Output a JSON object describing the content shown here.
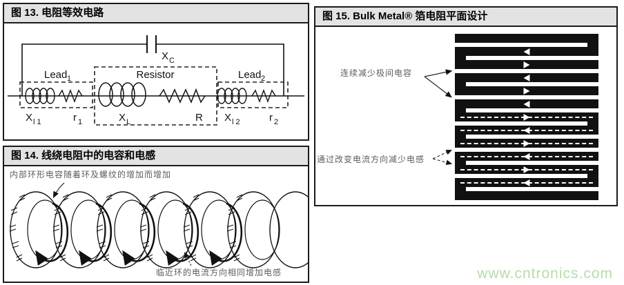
{
  "watermark": {
    "text": "www.cntronics.com",
    "color": "#b5dda8"
  },
  "colors": {
    "panel_border": "#1a1a1a",
    "title_bar_bg": "#e3e3e3",
    "foil_black": "#111111",
    "annotation_gray": "#5c5c5c"
  },
  "fig13": {
    "title": "图 13. 电阻等效电路",
    "labels": {
      "xc": {
        "main": "X",
        "sub": "C"
      },
      "lead1": {
        "main": "Lead",
        "sub": "1"
      },
      "resistor": "Resistor",
      "lead2": {
        "main": "Lead",
        "sub": "2"
      },
      "xl1": {
        "main": "X",
        "sub": "l 1"
      },
      "r1": {
        "main": "r",
        "sub": "1"
      },
      "xl": {
        "main": "X",
        "sub": "L"
      },
      "r": "R",
      "xl2": {
        "main": "X",
        "sub": "l 2"
      },
      "r2": {
        "main": "r",
        "sub": "2"
      }
    }
  },
  "fig14": {
    "title": "图 14. 线绕电阻中的电容和电感",
    "annotation_top": "内部环形电容随着环及螺纹的增加而增加",
    "annotation_bottom": "临近环的电流方向相同增加电感"
  },
  "fig15": {
    "title": "图 15. Bulk Metal® 箔电阻平面设计",
    "annotation_capacitance": "连续减少极间电容",
    "annotation_inductance": "通过改变电流方向减少电感",
    "pattern": {
      "bars": [
        {
          "arrow": null,
          "style": null
        },
        {
          "arrow": "left",
          "style": "solid"
        },
        {
          "arrow": "right",
          "style": "solid"
        },
        {
          "arrow": "left",
          "style": "solid"
        },
        {
          "arrow": "right",
          "style": "solid"
        },
        {
          "arrow": "left",
          "style": "solid"
        },
        {
          "arrow": "right",
          "style": "dashed"
        },
        {
          "arrow": "left",
          "style": "dashed"
        },
        {
          "arrow": "right",
          "style": "dashed"
        },
        {
          "arrow": "left",
          "style": "dashed"
        },
        {
          "arrow": "right",
          "style": "dashed"
        },
        {
          "arrow": "left",
          "style": "dashed"
        },
        {
          "arrow": null,
          "style": null
        }
      ],
      "separators": [
        "right",
        "left",
        "gap",
        "left",
        "gap",
        "left",
        "right",
        "left",
        "gap",
        "left",
        "right",
        "left"
      ]
    }
  }
}
